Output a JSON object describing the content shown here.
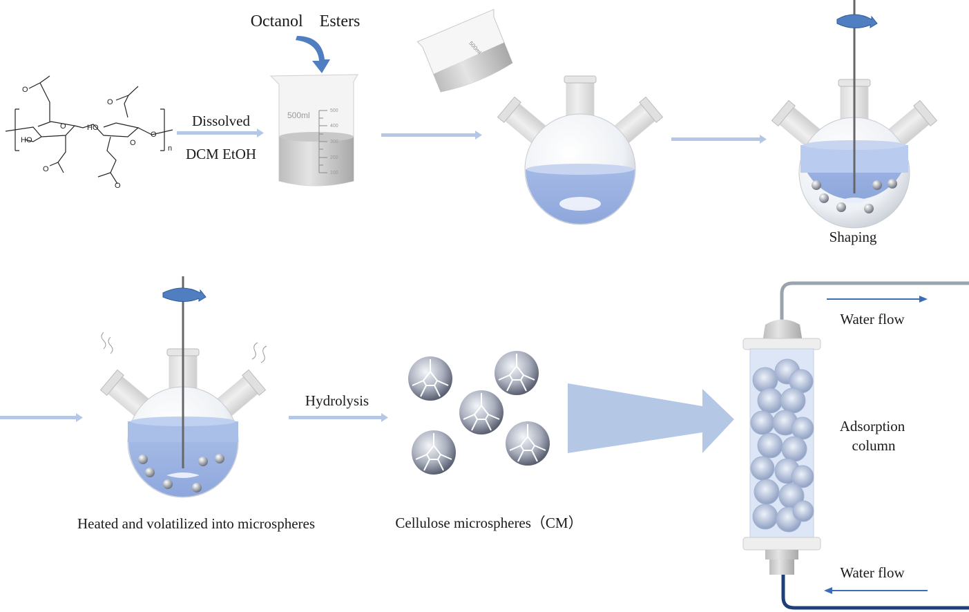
{
  "labels": {
    "octanol_esters": "Octanol    Esters",
    "dissolved": "Dissolved",
    "solvents": "DCM EtOH",
    "shaping": "Shaping",
    "hydrolysis": "Hydrolysis",
    "heated": "Heated and volatilized into microspheres",
    "cellulose_microspheres": "Cellulose microspheres（CM）",
    "water_flow_top": "Water flow",
    "water_flow_bottom": "Water flow",
    "adsorption": "Adsorption",
    "column": "column"
  },
  "beaker": {
    "volume": "500ml",
    "ticks": [
      "500",
      "400",
      "300",
      "200",
      "100"
    ]
  },
  "small_beaker": {
    "volume": "500ml"
  },
  "chemistry": {
    "hydroxyl": "HO",
    "oxygen": "O",
    "repeat": "n"
  },
  "colors": {
    "arrow": "#b4c8e6",
    "liquid": "#a9bfe8",
    "stir_arrow": "#4f7fc0",
    "flow_arrow": "#3b6db4",
    "tube_bottom": "#1d3f7a"
  }
}
